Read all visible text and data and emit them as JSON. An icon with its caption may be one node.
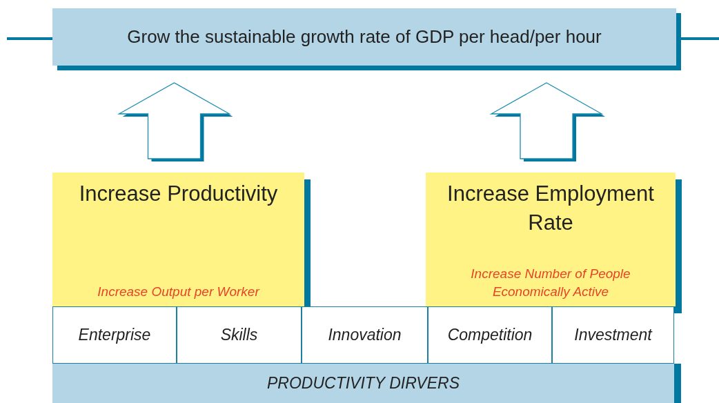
{
  "diagram": {
    "nodes": [
      {
        "text": [
          "Grow the sustainable growth rate of GDP per head/per hour"
        ]
      },
      {
        "text": [
          "Increase Productivity",
          "Increase Output per Worker"
        ]
      },
      {
        "text": [
          "Increase Employment Rate",
          "Increase Number of People Economically Active"
        ]
      },
      {
        "text": [
          "Enterprise"
        ]
      },
      {
        "text": [
          "Skills"
        ]
      },
      {
        "text": [
          "Innovation"
        ]
      },
      {
        "text": [
          "Competition"
        ]
      },
      {
        "text": [
          "Investment"
        ]
      },
      {
        "text": [
          "PRODUCTIVITY DIRVERS"
        ]
      }
    ],
    "edges": [
      {
        "from": 1,
        "to": 0,
        "arrow": "to"
      },
      {
        "from": 2,
        "to": 0,
        "arrow": "to"
      }
    ]
  }
}
